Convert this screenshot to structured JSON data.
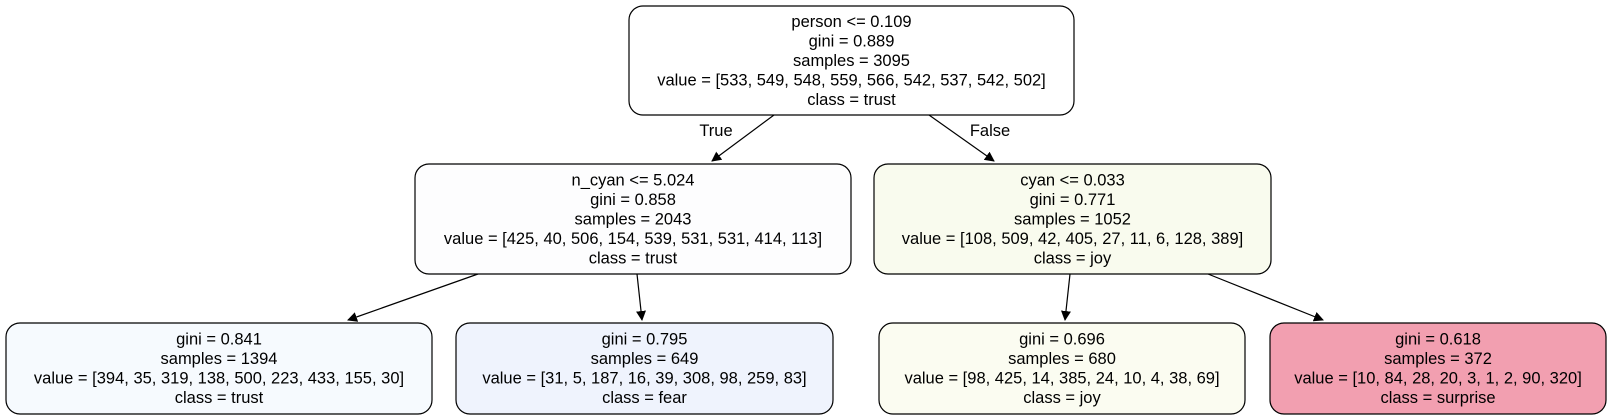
{
  "tree": {
    "nodes": [
      {
        "id": "root",
        "lines": [
          "person <= 0.109",
          "gini = 0.889",
          "samples = 3095",
          "value = [533, 549, 548, 559, 566, 542, 537, 542, 502]",
          "class = trust"
        ],
        "fill": "#ffffff"
      },
      {
        "id": "left",
        "lines": [
          "n_cyan <= 5.024",
          "gini = 0.858",
          "samples = 2043",
          "value = [425, 40, 506, 154, 539, 531, 531, 414, 113]",
          "class = trust"
        ],
        "fill": "#fdfdfe"
      },
      {
        "id": "right",
        "lines": [
          "cyan <= 0.033",
          "gini = 0.771",
          "samples = 1052",
          "value = [108, 509, 42, 405, 27, 11, 6, 128, 389]",
          "class = joy"
        ],
        "fill": "#f9fbee"
      },
      {
        "id": "ll",
        "lines": [
          "gini = 0.841",
          "samples = 1394",
          "value = [394, 35, 319, 138, 500, 223, 433, 155, 30]",
          "class = trust"
        ],
        "fill": "#f6fafe"
      },
      {
        "id": "lr",
        "lines": [
          "gini = 0.795",
          "samples = 649",
          "value = [31, 5, 187, 16, 39, 308, 98, 259, 83]",
          "class = fear"
        ],
        "fill": "#eff3fd"
      },
      {
        "id": "rl",
        "lines": [
          "gini = 0.696",
          "samples = 680",
          "value = [98, 425, 14, 385, 24, 10, 4, 38, 69]",
          "class = joy"
        ],
        "fill": "#fbfcf1"
      },
      {
        "id": "rr",
        "lines": [
          "gini = 0.618",
          "samples = 372",
          "value = [10, 84, 28, 20, 3, 1, 2, 90, 320]",
          "class = surprise"
        ],
        "fill": "#f29fb0"
      }
    ],
    "edges": [
      {
        "from": "root",
        "to": "left",
        "label": "True"
      },
      {
        "from": "root",
        "to": "right",
        "label": "False"
      },
      {
        "from": "left",
        "to": "ll",
        "label": ""
      },
      {
        "from": "left",
        "to": "lr",
        "label": ""
      },
      {
        "from": "right",
        "to": "rl",
        "label": ""
      },
      {
        "from": "right",
        "to": "rr",
        "label": ""
      }
    ]
  }
}
